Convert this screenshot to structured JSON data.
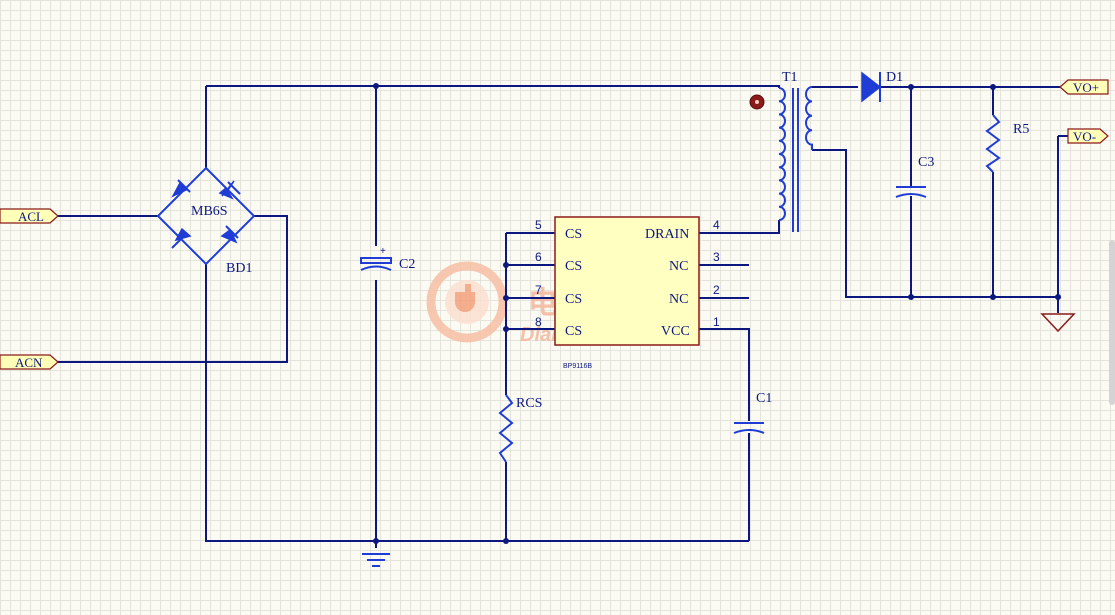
{
  "ports": {
    "acl": "ACL",
    "acn": "ACN",
    "vo_plus": "VO+",
    "vo_minus": "VO-"
  },
  "components": {
    "bridge_part": "MB6S",
    "bridge_ref": "BD1",
    "c2": "C2",
    "c1": "C1",
    "c3": "C3",
    "r5": "R5",
    "rcs": "RCS",
    "t1": "T1",
    "d1": "D1"
  },
  "ic": {
    "part": "BP9116B",
    "pins": {
      "p5": {
        "num": "5",
        "name": "CS"
      },
      "p6": {
        "num": "6",
        "name": "CS"
      },
      "p7": {
        "num": "7",
        "name": "CS"
      },
      "p8": {
        "num": "8",
        "name": "CS"
      },
      "p4": {
        "num": "4",
        "name": "DRAIN"
      },
      "p3": {
        "num": "3",
        "name": "NC"
      },
      "p2": {
        "num": "2",
        "name": "NC"
      },
      "p1": {
        "num": "1",
        "name": "VCC"
      }
    }
  },
  "watermark": {
    "cn": "电源网",
    "url": "DianYuan.com"
  },
  "colors": {
    "wire": "#0c1880",
    "symbol": "#1f3dd6",
    "ic_fill": "#ffffc2",
    "ic_border": "#8b1a1a",
    "port_fill": "#ffffb8",
    "grid_bg": "#fbfbf4",
    "watermark": "#f6b59a"
  }
}
